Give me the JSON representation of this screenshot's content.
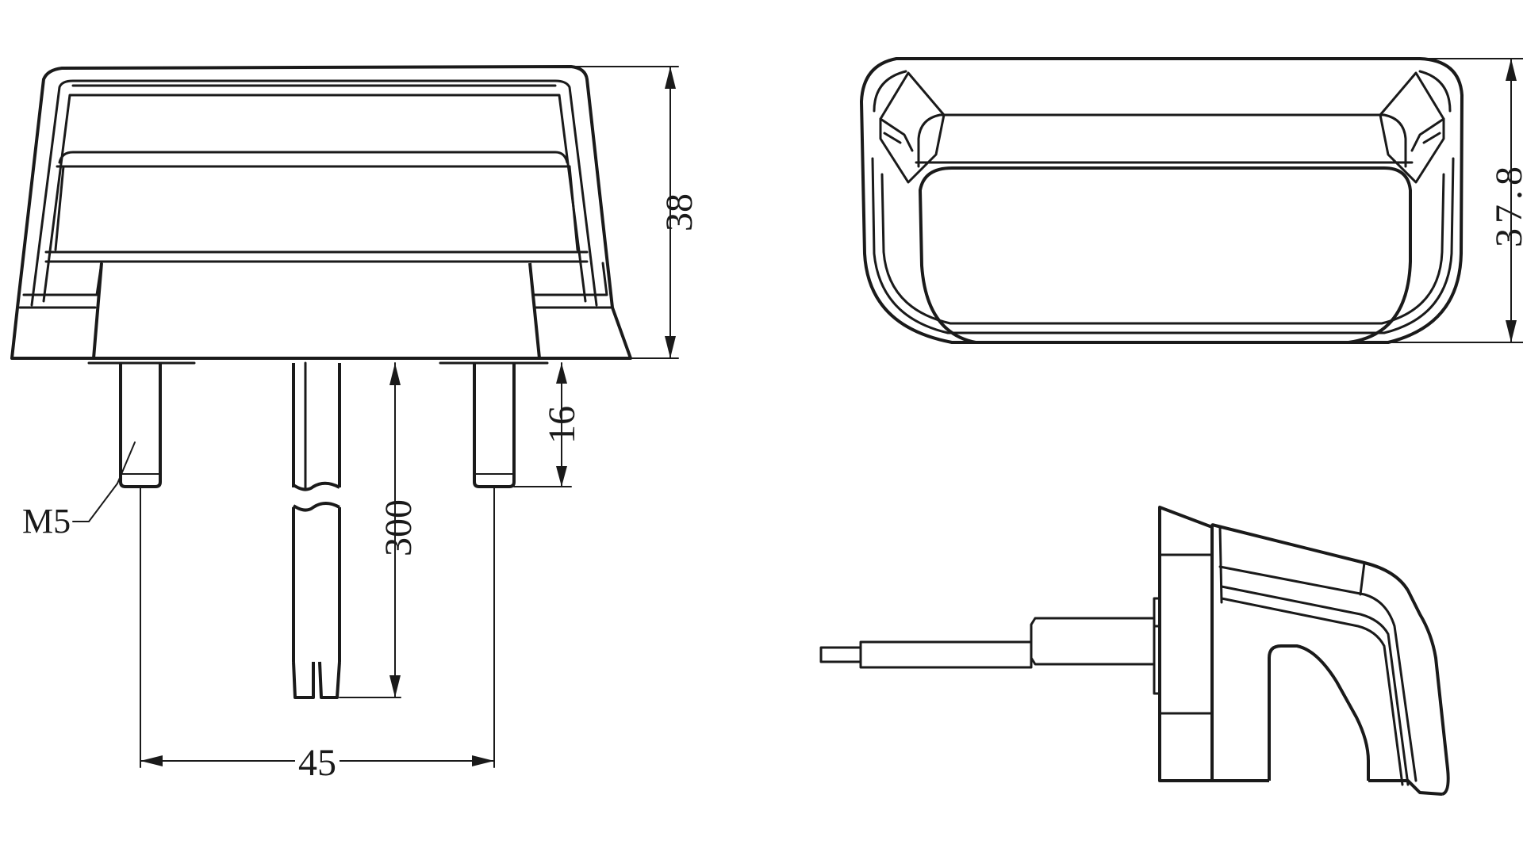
{
  "dimensions": {
    "height_front": "38",
    "height_back": "37.8",
    "stud_length": "16",
    "cable_length": "300",
    "stud_spacing": "45",
    "thread": "M5"
  }
}
